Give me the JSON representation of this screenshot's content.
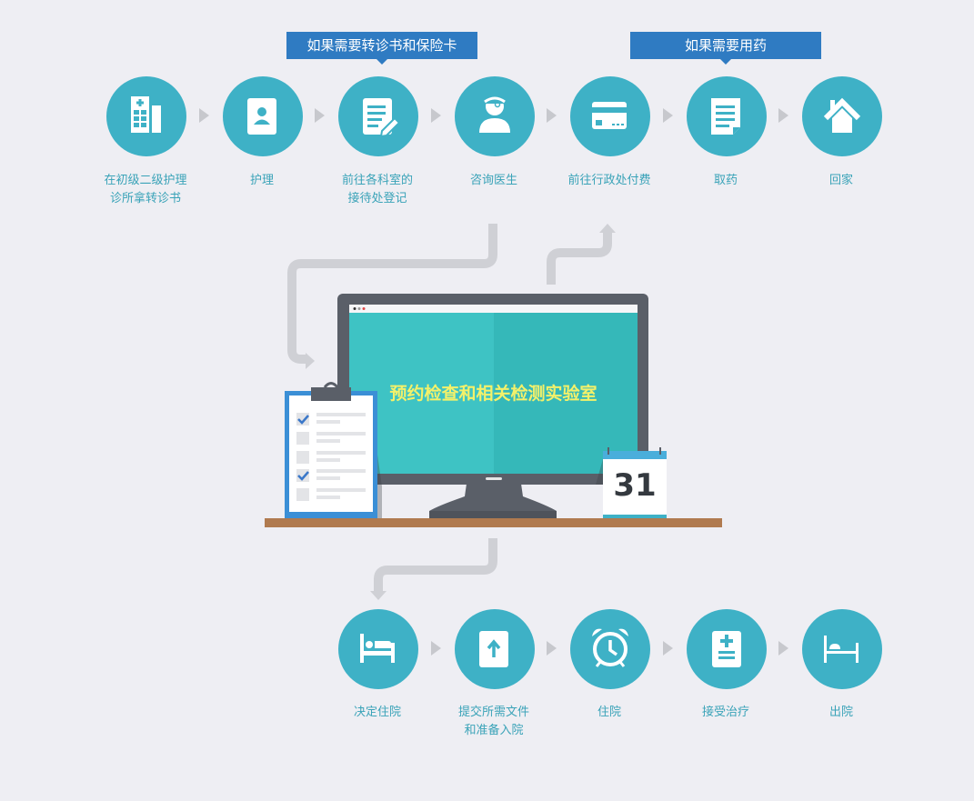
{
  "banners": {
    "referral": "如果需要转诊书和保险卡",
    "medicine": "如果需要用药"
  },
  "top_steps": [
    {
      "label": "在初级二级护理\n诊所拿转诊书",
      "icon": "hospital-building-icon"
    },
    {
      "label": "护理",
      "icon": "id-card-icon"
    },
    {
      "label": "前往各科室的\n接待处登记",
      "icon": "form-edit-icon"
    },
    {
      "label": "咨询医生",
      "icon": "doctor-icon"
    },
    {
      "label": "前往行政处付费",
      "icon": "credit-card-icon"
    },
    {
      "label": "取药",
      "icon": "prescription-icon"
    },
    {
      "label": "回家",
      "icon": "home-icon"
    }
  ],
  "center": {
    "screen_text": "预约检查和相关检测实验室",
    "calendar_day": "31"
  },
  "bottom_steps": [
    {
      "label": "决定住院",
      "icon": "bed-icon"
    },
    {
      "label": "提交所需文件\n和准备入院",
      "icon": "upload-document-icon"
    },
    {
      "label": "住院",
      "icon": "alarm-clock-icon"
    },
    {
      "label": "接受治疗",
      "icon": "medical-chart-icon"
    },
    {
      "label": "出院",
      "icon": "discharge-bed-icon"
    }
  ],
  "colors": {
    "background": "#eeeef3",
    "circle": "#3eb1c6",
    "banner": "#2f7bc2",
    "label": "#3aa3b8",
    "screen": "#3ec3c4",
    "screen_text": "#f3f16a",
    "arrow": "#cfd0d5",
    "desk": "#b07a4f"
  }
}
